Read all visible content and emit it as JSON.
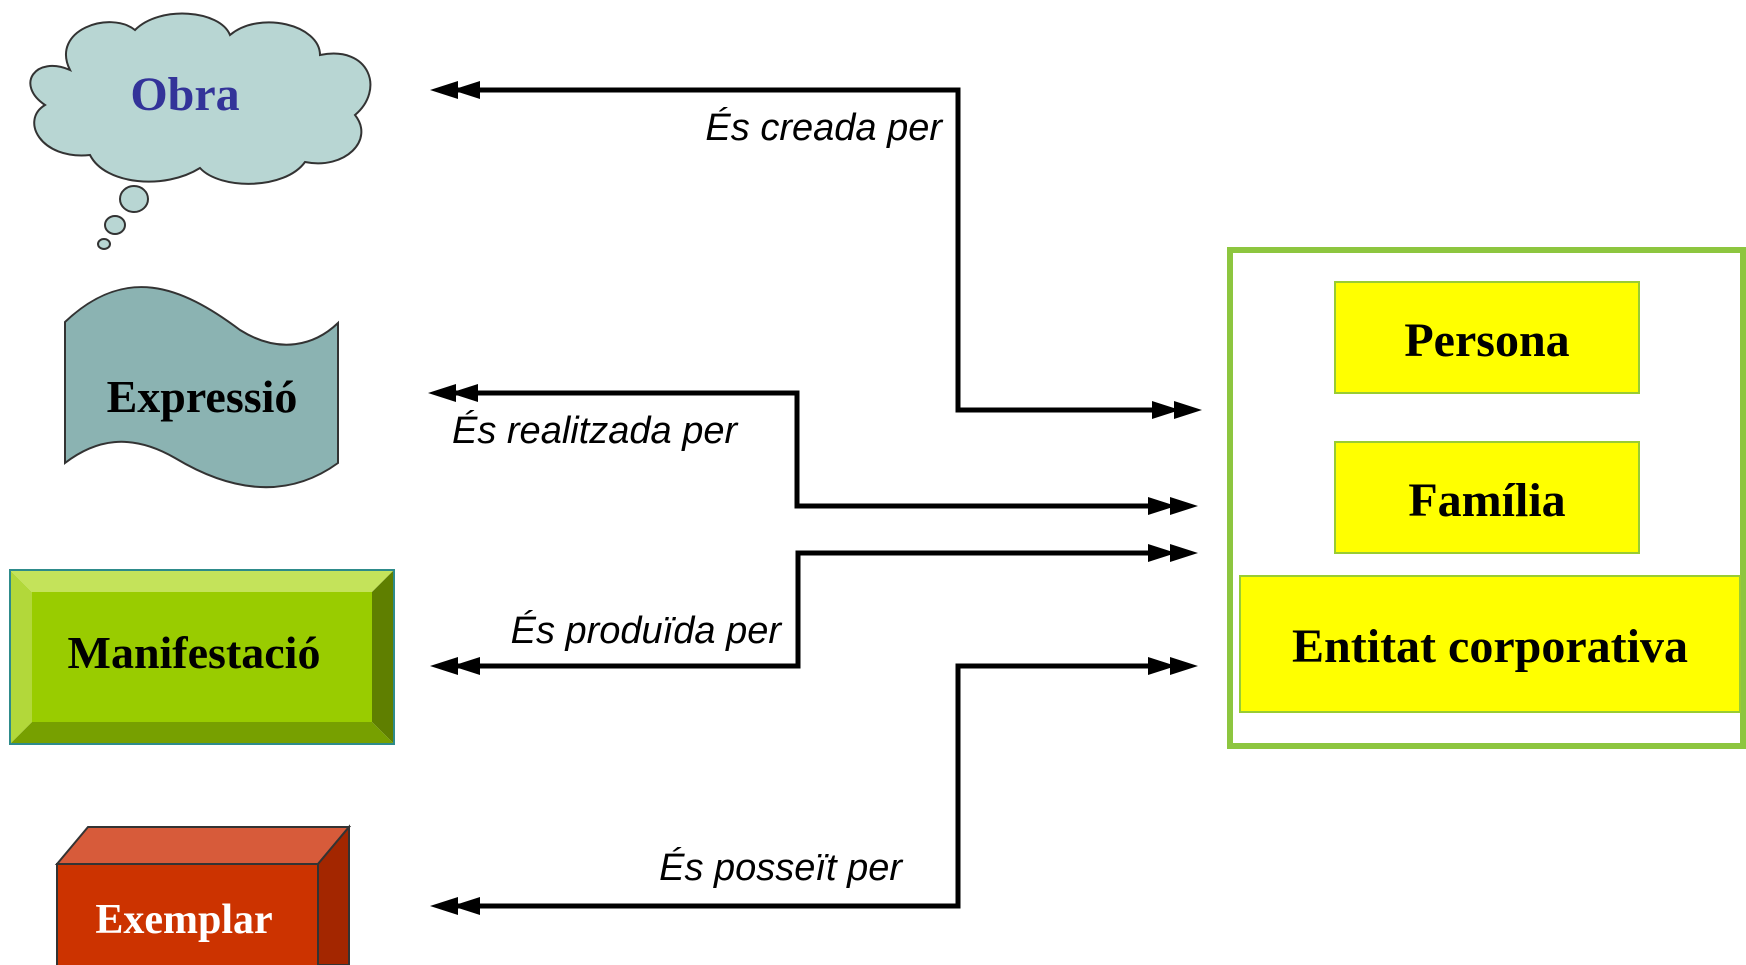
{
  "entities": {
    "obra": "Obra",
    "expressio": "Expressió",
    "manifestacio": "Manifestació",
    "exemplar": "Exemplar"
  },
  "agents": {
    "persona": "Persona",
    "familia": "Família",
    "entitat": "Entitat corporativa"
  },
  "relations": {
    "creada": "És creada per",
    "realitzada": "És realitzada per",
    "produida": "És produïda per",
    "posseit": "És posseït per"
  },
  "colors": {
    "obra_fill": "#b8d6d3",
    "obra_text": "#333399",
    "expressio_fill": "#8bb3b2",
    "manifestacio_fill": "#99cc00",
    "exemplar_fill": "#cc3300",
    "agent_fill": "#ffff00",
    "group_border": "#8dc63f"
  }
}
